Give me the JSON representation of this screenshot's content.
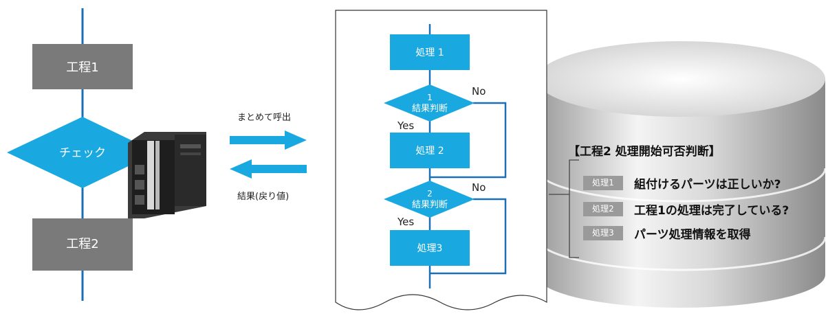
{
  "left_flow": {
    "step1": "工程1",
    "check": "チェック",
    "step2": "工程2"
  },
  "arrows": {
    "call_label": "まとめて呼出",
    "return_label": "結果(戻り値)"
  },
  "document_flow": {
    "process1": "処理 1",
    "decision1_num": "1",
    "decision1_label": "結果判断",
    "process2": "処理 2",
    "decision2_num": "2",
    "decision2_label": "結果判断",
    "process3": "処理3",
    "yes1": "Yes",
    "no1": "No",
    "yes2": "Yes",
    "no2": "No"
  },
  "database_panel": {
    "title": "【工程2 処理開始可否判断】",
    "items": [
      {
        "tag": "処理1",
        "text": "組付けるパーツは正しいか?"
      },
      {
        "tag": "処理2",
        "text": "工程1の処理は完了している?"
      },
      {
        "tag": "処理3",
        "text": "パーツ処理情報を取得"
      }
    ]
  },
  "colors": {
    "cyan": "#1aa8e0",
    "gray_box": "#7a7a7a",
    "line_blue": "#1a6fb5",
    "tag_gray": "#9a9a9a"
  }
}
